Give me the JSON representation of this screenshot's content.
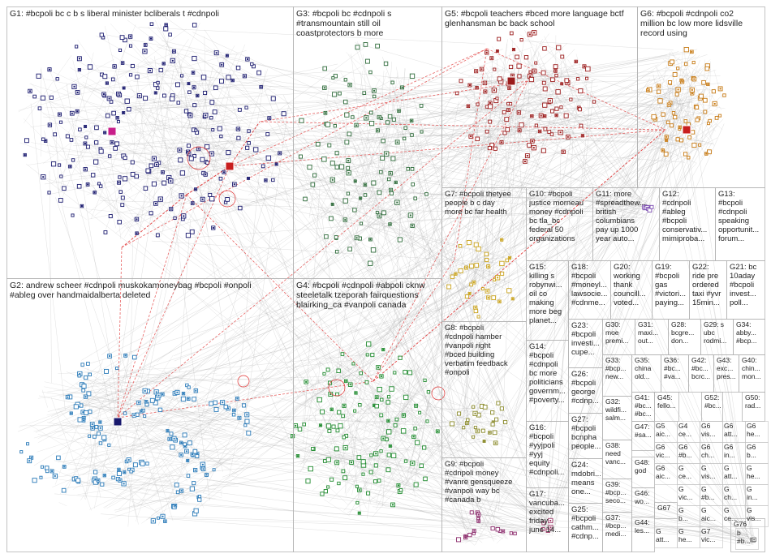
{
  "title": "#bcpoli",
  "groups": [
    {
      "id": "G1",
      "label": "G1: #bcpoli bc c b s liberal minister bcliberals t #cdnpoli",
      "color": "#1a1a6e"
    },
    {
      "id": "G2",
      "label": "G2: andrew scheer #cdnpoli muskokamoneybag #bcpoli #onpoli\n#ableg over handmaidalberta deleted",
      "color": "#2a7ab8"
    },
    {
      "id": "G3",
      "label": "G3: #bcpoli bc #cdnpoli s\n#transmountain still oil\ncoastprotectors b more",
      "color": "#2e6b3a"
    },
    {
      "id": "G4",
      "label": "G4: #bcpoli #cdnpoli #abpoli cknw\nsteeletalk tzeporah fairquestions\nblairking_ca #vanpoli canada",
      "color": "#1f8a2e"
    },
    {
      "id": "G5",
      "label": "G5: #bcpoli teachers #bced more language bctf\nglenhansman bc back school",
      "color": "#9b1c1c"
    },
    {
      "id": "G6",
      "label": "G6: #bcpoli #cdnpoli co2\nmillion bc low more lidsville\nrecord using",
      "color": "#c77a14"
    },
    {
      "id": "G7",
      "label": "G7: #bcpoli thetyee\npeople b c day\nmore bc far health",
      "color": "#c9a21a"
    },
    {
      "id": "G8",
      "label": "G8: #bcpoli\n#cdnpoli hamber\n#vanpoli right\n#bced building\nverbatim feedback\n#onpoli",
      "color": "#8a8a2a"
    },
    {
      "id": "G9",
      "label": "G9: #bcpoli\n#cdnpoli money\n#vanre gensqueeze\n#vanpoli way bc\n#canada b",
      "color": "#8b2a6b"
    },
    {
      "id": "G10",
      "label": "G10: #bcpoli\njustice morneau\nmoney #cdnpoli\nbc tla_bc\nfederal 50\norganizations",
      "color": "#2a5a8a"
    },
    {
      "id": "G11",
      "label": "G11: more\n#spreadthew...\nbritish\ncolumbians\npay up 1000\nyear auto...",
      "color": "#7a4ab0"
    },
    {
      "id": "G12",
      "label": "G12:\n#cdnpoli\n#ableg\n#bcpoli\nconservativ...\nmimiproba...",
      "color": "#4a6ab0"
    },
    {
      "id": "G13",
      "label": "G13:\n#bcpoli\n#cdnpoli\nspeaking\nopportunit...\nforum...",
      "color": "#3a8a8a"
    },
    {
      "id": "G14",
      "label": "G14:\n#bcpoli\n#cdnpoli\nbc more\npoliticians\ngovernm...\n#poverty...",
      "color": "#5a7a2a"
    },
    {
      "id": "G15",
      "label": "G15:\nkilling s\nrobynwi...\noil co\nmaking\nmore beg\nplanet...",
      "color": "#6a4a8a"
    },
    {
      "id": "G16",
      "label": "G16:\n#bcpoli\n#yyjpoli\n#yyj\nequity\n#cdnpoli...",
      "color": "#5a5a5a"
    },
    {
      "id": "G17",
      "label": "G17:\nvancuba...\nexcited\nfriday\njune 14...",
      "color": "#a03a6a"
    },
    {
      "id": "G18",
      "label": "G18:\n#bcpoli\n#moneyl...\nlawsocie...\n#cdnme...",
      "color": "#3a6aa0"
    },
    {
      "id": "G19",
      "label": "G19:\n#bcpoli\ngas\n#victori...\npaying...",
      "color": "#7a7a7a"
    },
    {
      "id": "G20",
      "label": "G20:\nworking\nthank\ncouncill...\nvoted...",
      "color": "#7a7a7a"
    },
    {
      "id": "G21",
      "label": "G21: bc\n10aday\n#bcpoli\ninvest...\npoll...",
      "color": "#7a7a7a"
    },
    {
      "id": "G22",
      "label": "G22:\nride pre\nordered\ntaxi #yvr\n15min...",
      "color": "#7a7a7a"
    },
    {
      "id": "G23",
      "label": "G23:\n#bcpoli\ninvesti...\ncupe...",
      "color": "#7a7a7a"
    },
    {
      "id": "G24",
      "label": "G24:\nmdobri...\nmeans\none...",
      "color": "#7a7a7a"
    },
    {
      "id": "G25",
      "label": "G25:\n#bcpoli\ncathm...\n#cdnp...",
      "color": "#7a7a7a"
    },
    {
      "id": "G26",
      "label": "G26:\n#bcpoli\ngeorge\n#cdnp...",
      "color": "#7a7a7a"
    },
    {
      "id": "G27",
      "label": "G27:\n#bcpoli\nbcnpha\npeople...",
      "color": "#7a7a7a"
    },
    {
      "id": "G28",
      "label": "G28:\nbcgre...\ndon...",
      "color": "#7a7a7a"
    },
    {
      "id": "G29",
      "label": "G29: s\nubc\nrodmi...",
      "color": "#7a7a7a"
    },
    {
      "id": "G30",
      "label": "G30:\nmoe\npremi...",
      "color": "#7a7a7a"
    },
    {
      "id": "G31",
      "label": "G31:\nmaxi...\nout...",
      "color": "#7a7a7a"
    },
    {
      "id": "G32",
      "label": "G32:\nwildfi...\nsalm...",
      "color": "#7a7a7a"
    },
    {
      "id": "G33",
      "label": "G33:\n#bcp...\nnew...",
      "color": "#7a7a7a"
    },
    {
      "id": "G34",
      "label": "G34:\nabby...\n#bcp...",
      "color": "#7a7a7a"
    },
    {
      "id": "G35",
      "label": "G35:\nchina\nold...",
      "color": "#7a7a7a"
    },
    {
      "id": "G36",
      "label": "G36:\n#bc...\n#va...",
      "color": "#7a7a7a"
    },
    {
      "id": "G37",
      "label": "G37:\n#bcp...\nmedi...",
      "color": "#7a7a7a"
    },
    {
      "id": "G38",
      "label": "G38:\nneed\nvanc...",
      "color": "#7a7a7a"
    },
    {
      "id": "G39",
      "label": "G39:\n#bcp...\nseco...",
      "color": "#7a7a7a"
    },
    {
      "id": "G40",
      "label": "G40:\nchin...\nmon...",
      "color": "#7a7a7a"
    },
    {
      "id": "G41",
      "label": "G41:\n#bc...\n#bc...",
      "color": "#7a7a7a"
    },
    {
      "id": "G42",
      "label": "G42:\n#bc...\nbcrc...",
      "color": "#7a7a7a"
    },
    {
      "id": "G43",
      "label": "G43:\nexc...\npres...",
      "color": "#7a7a7a"
    },
    {
      "id": "G44",
      "label": "G44:\nles...",
      "color": "#7a7a7a"
    },
    {
      "id": "G45",
      "label": "G45:\nfello...",
      "color": "#7a7a7a"
    },
    {
      "id": "G46",
      "label": "G46:\nwo...",
      "color": "#7a7a7a"
    },
    {
      "id": "G47",
      "label": "G47:\n#sa...",
      "color": "#7a7a7a"
    },
    {
      "id": "G48",
      "label": "G48:\ngod",
      "color": "#7a7a7a"
    },
    {
      "id": "G50",
      "label": "G50:\nrad...",
      "color": "#7a7a7a"
    },
    {
      "id": "G52",
      "label": "G52:\n#bc...",
      "color": "#7a7a7a"
    },
    {
      "id": "G67",
      "label": "G67",
      "color": "#7a7a7a"
    },
    {
      "id": "G76",
      "label": "G76",
      "color": "#7a7a7a"
    }
  ],
  "tiny_labels": [
    "G5",
    "G4",
    "G6",
    "G6",
    "G6",
    "G6",
    "G6",
    "G6",
    "G6",
    "G6",
    "G6",
    "G",
    "G",
    "G",
    "G",
    "G",
    "G",
    "G",
    "G",
    "G",
    "G",
    "G",
    "G",
    "G",
    "G",
    "G7",
    "b"
  ],
  "tiny_words": [
    "aic...",
    "ce...",
    "vis...",
    "att...",
    "he...",
    "vic...",
    "#b...",
    "ch...",
    "in...",
    "b..."
  ]
}
